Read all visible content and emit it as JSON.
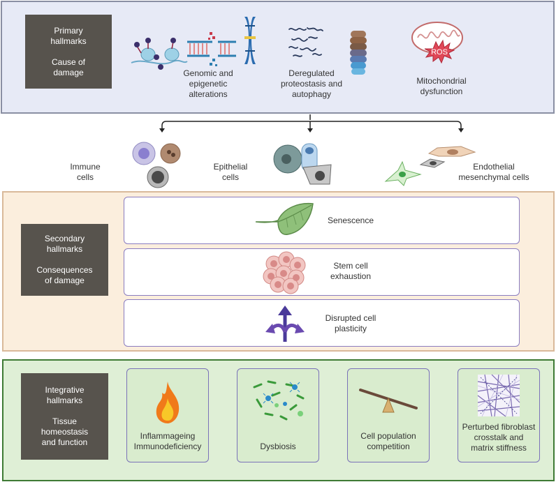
{
  "primary": {
    "label_line1": "Primary",
    "label_line2": "hallmarks",
    "sub_line1": "Cause of",
    "sub_line2": "damage",
    "items": [
      {
        "line1": "Genomic and",
        "line2": "epigenetic",
        "line3": "alterations"
      },
      {
        "line1": "Deregulated",
        "line2": "proteostasis and",
        "line3": "autophagy"
      },
      {
        "line1": "Mitochondrial",
        "line2": "dysfunction"
      }
    ],
    "ros_label": "ROS"
  },
  "cells": {
    "immune_line1": "Immune",
    "immune_line2": "cells",
    "epithelial_line1": "Epithelial",
    "epithelial_line2": "cells",
    "endo_line1": "Endothelial",
    "endo_line2": "mesenchymal cells"
  },
  "secondary": {
    "label_line1": "Secondary",
    "label_line2": "hallmarks",
    "sub_line1": "Consequences",
    "sub_line2": "of damage",
    "rows": [
      {
        "line1": "Senescence",
        "line2": ""
      },
      {
        "line1": "Stem cell",
        "line2": "exhaustion"
      },
      {
        "line1": "Disrupted cell",
        "line2": "plasticity"
      }
    ]
  },
  "integrative": {
    "label_line1": "Integrative",
    "label_line2": "hallmarks",
    "sub_line1": "Tissue",
    "sub_line2": "homeostasis",
    "sub_line3": "and function",
    "cards": [
      {
        "line1": "Inflammageing",
        "line2": "Immunodeficiency",
        "line3": ""
      },
      {
        "line1": "Dysbiosis",
        "line2": "",
        "line3": ""
      },
      {
        "line1": "Cell population",
        "line2": "competition",
        "line3": ""
      },
      {
        "line1": "Perturbed fibroblast",
        "line2": "crosstalk and",
        "line3": "matrix stiffness"
      }
    ]
  },
  "colors": {
    "primary_bg": "#e7eaf6",
    "secondary_bg": "#fbeedd",
    "integrative_bg": "#dfefd6",
    "label_bg": "#57534d",
    "row_border": "#8a7cc0"
  }
}
